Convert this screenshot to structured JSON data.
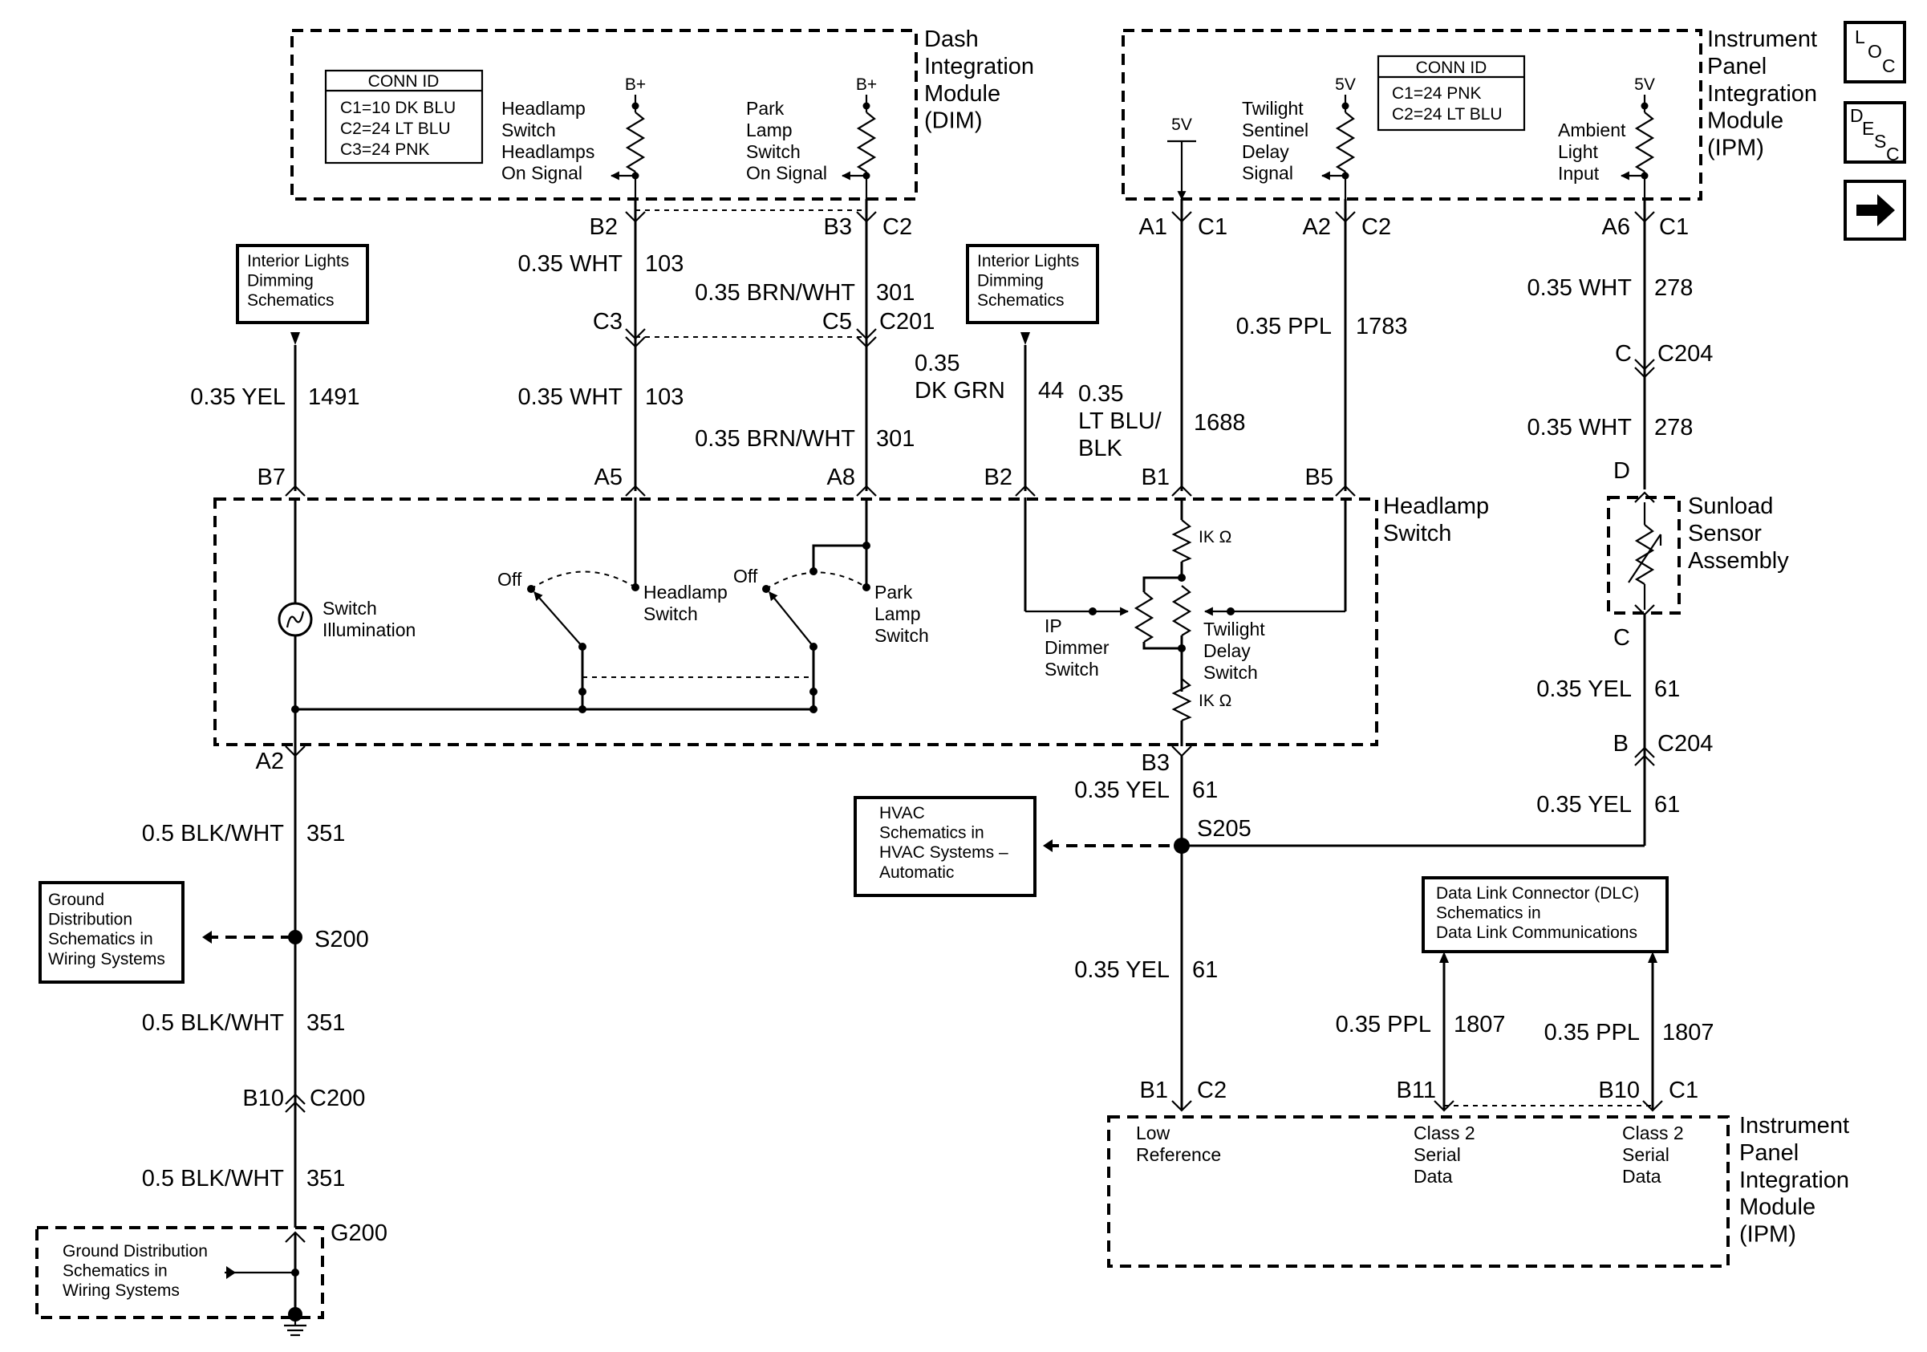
{
  "modules": {
    "dim": {
      "name": "Dash\nIntegration\nModule\n(DIM)",
      "conn_id": {
        "title": "CONN ID",
        "lines": [
          "C1=10 DK BLU",
          "C2=24 LT BLU",
          "C3=24 PNK"
        ]
      },
      "headlamp_signal": "Headlamp\nSwitch\nHeadlamps\nOn Signal",
      "park_signal": "Park\nLamp\nSwitch\nOn Signal",
      "bplus": "B+"
    },
    "ipm_top": {
      "name": "Instrument\nPanel\nIntegration\nModule\n(IPM)",
      "conn_id": {
        "title": "CONN ID",
        "lines": [
          "C1=24 PNK",
          "C2=24 LT BLU"
        ]
      },
      "five_v": "5V",
      "twilight_signal": "Twilight\nSentinel\nDelay\nSignal",
      "ambient_input": "Ambient\nLight\nInput"
    },
    "ipm_bottom": {
      "name": "Instrument\nPanel\nIntegration\nModule\n(IPM)",
      "low_ref": "Low\nReference",
      "serial_a": "Class 2\nSerial\nData",
      "serial_b": "Class 2\nSerial\nData"
    },
    "headlamp_switch": {
      "name": "Headlamp\nSwitch",
      "switch_illumination": "Switch\nIllumination",
      "headlamp_sw": "Headlamp\nSwitch",
      "park_sw": "Park\nLamp\nSwitch",
      "off1": "Off",
      "off2": "Off",
      "ip_dimmer": "IP\nDimmer\nSwitch",
      "twilight_delay": "Twilight\nDelay\nSwitch",
      "r1": "IK Ω",
      "r2": "IK Ω"
    },
    "sunload": {
      "name": "Sunload\nSensor\nAssembly"
    }
  },
  "side_icons": {
    "loc": [
      "L",
      "O",
      "C"
    ],
    "desc": [
      "D",
      "E",
      "S",
      "C"
    ],
    "next": "arrow-right-icon"
  },
  "refs": {
    "interior1": "Interior Lights\nDimming\nSchematics",
    "interior2": "Interior Lights\nDimming\nSchematics",
    "hvac": "HVAC\nSchematics in\nHVAC Systems –\nAutomatic",
    "dlc": "Data Link Connector (DLC)\nSchematics in\nData Link Communications",
    "ground1": "Ground\nDistribution\nSchematics in\nWiring Systems",
    "ground2": "Ground Distribution\nSchematics in\nWiring Systems"
  },
  "pins": {
    "dim_b2": "B2",
    "dim_b3": "B3",
    "dim_c2": "C2",
    "c3": "C3",
    "c5": "C5",
    "c201": "C201",
    "ipm_a1": "A1",
    "ipm_c1a": "C1",
    "ipm_a2": "A2",
    "ipm_c2a": "C2",
    "ipm_a6": "A6",
    "ipm_c1b": "C1",
    "hs_b7": "B7",
    "hs_a5": "A5",
    "hs_a8": "A8",
    "hs_b2": "B2",
    "hs_b1": "B1",
    "hs_b5": "B5",
    "hs_a2": "A2",
    "hs_b3": "B3",
    "c204_c": "C",
    "c204_name1": "C204",
    "sun_d": "D",
    "sun_c": "C",
    "c204_b": "B",
    "c204_name2": "C204",
    "s205": "S205",
    "s200": "S200",
    "b10": "B10",
    "c200": "C200",
    "g200": "G200",
    "ipm_b1": "B1",
    "ipm_c2b": "C2",
    "ipm_b11": "B11",
    "ipm_b10": "B10",
    "ipm_c1c": "C1"
  },
  "wires": {
    "w103a": {
      "gauge": "0.35 WHT",
      "circuit": "103"
    },
    "w301a": {
      "gauge": "0.35 BRN/WHT",
      "circuit": "301"
    },
    "w103b": {
      "gauge": "0.35 WHT",
      "circuit": "103"
    },
    "w301b": {
      "gauge": "0.35 BRN/WHT",
      "circuit": "301"
    },
    "w1491": {
      "gauge": "0.35 YEL",
      "circuit": "1491"
    },
    "w44": {
      "gauge": "0.35\nDK GRN",
      "circuit": "44"
    },
    "w1688": {
      "gauge": "0.35\nLT BLU/\nBLK",
      "circuit": "1688"
    },
    "w1783": {
      "gauge": "0.35 PPL",
      "circuit": "1783"
    },
    "w278a": {
      "gauge": "0.35 WHT",
      "circuit": "278"
    },
    "w278b": {
      "gauge": "0.35 WHT",
      "circuit": "278"
    },
    "w61a": {
      "gauge": "0.35 YEL",
      "circuit": "61"
    },
    "w61b": {
      "gauge": "0.35 YEL",
      "circuit": "61"
    },
    "w61c": {
      "gauge": "0.35 YEL",
      "circuit": "61"
    },
    "w61d": {
      "gauge": "0.35 YEL",
      "circuit": "61"
    },
    "w351a": {
      "gauge": "0.5 BLK/WHT",
      "circuit": "351"
    },
    "w351b": {
      "gauge": "0.5 BLK/WHT",
      "circuit": "351"
    },
    "w351c": {
      "gauge": "0.5 BLK/WHT",
      "circuit": "351"
    },
    "w1807a": {
      "gauge": "0.35 PPL",
      "circuit": "1807"
    },
    "w1807b": {
      "gauge": "0.35 PPL",
      "circuit": "1807"
    }
  }
}
